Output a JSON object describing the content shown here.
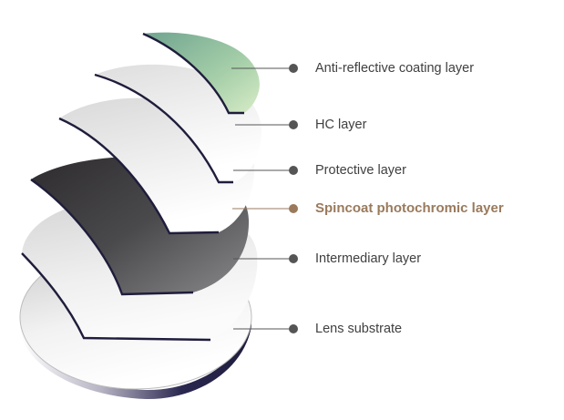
{
  "diagram": {
    "layers": [
      {
        "id": "anti-reflective",
        "label": "Anti-reflective coating layer",
        "highlight": false
      },
      {
        "id": "hc",
        "label": "HC layer",
        "highlight": false
      },
      {
        "id": "protective",
        "label": "Protective layer",
        "highlight": false
      },
      {
        "id": "spincoat",
        "label": "Spincoat photochromic layer",
        "highlight": true
      },
      {
        "id": "intermediary",
        "label": "Intermediary layer",
        "highlight": false
      },
      {
        "id": "substrate",
        "label": "Lens substrate",
        "highlight": false
      }
    ],
    "colors": {
      "leader_line": "#555555",
      "dot": "#555555",
      "highlight": "#9a7a5c",
      "layer_edge": "#1f1d3c",
      "coating_green": "#8fbf9c",
      "photochromic_dark": "#3b3a3f"
    }
  }
}
